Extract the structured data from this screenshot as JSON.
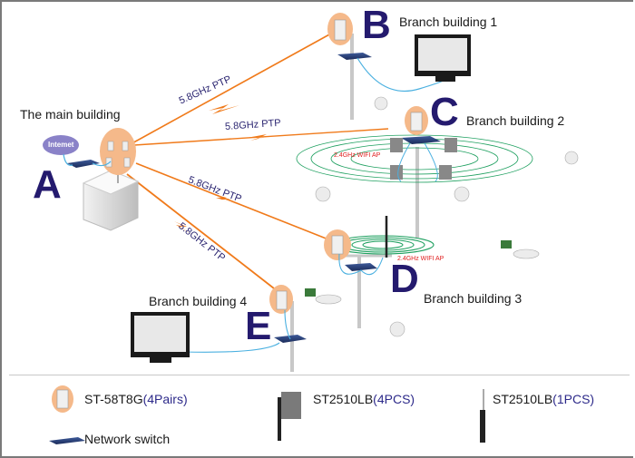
{
  "title": "Wireless network deployment diagram",
  "sites": {
    "main": {
      "letter": "A",
      "label": "The main building",
      "internet_label": "Intemet"
    },
    "b1": {
      "letter": "B",
      "label": "Branch building 1"
    },
    "b2": {
      "letter": "C",
      "label": "Branch building 2",
      "wifi_label": "2.4GHz WIFI AP"
    },
    "b3": {
      "letter": "D",
      "label": "Branch building 3",
      "wifi_label": "2.4GHz WIFI AP"
    },
    "b4": {
      "letter": "E",
      "label": "Branch building 4"
    }
  },
  "links": [
    {
      "from": "A",
      "to": "B",
      "label": "5.8GHz PTP"
    },
    {
      "from": "A",
      "to": "C",
      "label": "5.8GHz PTP"
    },
    {
      "from": "A",
      "to": "D",
      "label": "5.8GHz PTP"
    },
    {
      "from": "A",
      "to": "E",
      "label": "5.8GHz PTP"
    }
  ],
  "legend": [
    {
      "icon": "cpe-radio-icon",
      "name": "ST-58T8G",
      "qty": "(4Pairs)"
    },
    {
      "icon": "panel-antenna-icon",
      "name": "ST2510LB",
      "qty": "(4PCS)"
    },
    {
      "icon": "omni-antenna-icon",
      "name": "ST2510LB",
      "qty": "(1PCS)"
    },
    {
      "icon": "network-switch-icon",
      "name": "Network switch",
      "qty": ""
    }
  ],
  "colors": {
    "link": "#f07a1a",
    "letter": "#241a6e",
    "ptp_text": "#2a2470",
    "wifi_ring": "#1fa060",
    "wifi_text": "#e02020",
    "cable": "#4ab0e0",
    "radio_halo": "#f5b98a"
  }
}
